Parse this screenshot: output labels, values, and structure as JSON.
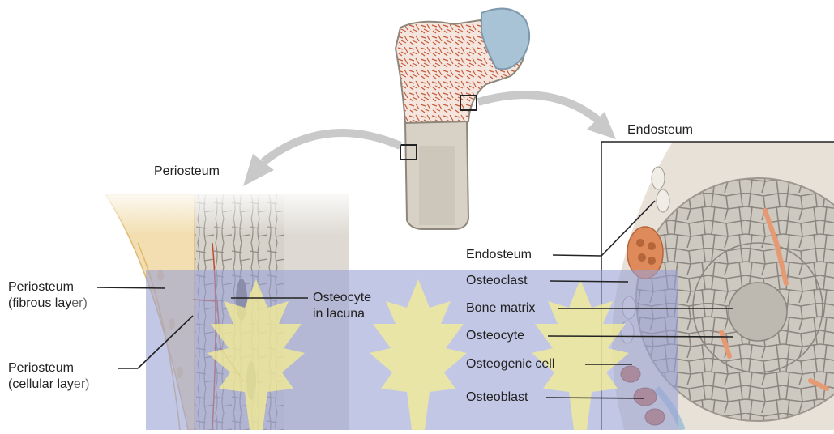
{
  "title_labels": {
    "periosteum": "Periosteum",
    "endosteum": "Endosteum"
  },
  "left_labels": {
    "periosteum_fibrous": [
      "Periosteum",
      "(fibrous lay",
      "er)"
    ],
    "periosteum_cellular": [
      "Periosteum",
      "(cellular lay",
      "er)"
    ],
    "osteocyte_in_lacuna": [
      "Osteocyte",
      "in lacuna"
    ]
  },
  "right_labels": {
    "endosteum": "Endosteum",
    "osteoclast": "Osteoclast",
    "bone_matrix": "Bone matrix",
    "osteocyte": "Osteocyte",
    "osteogenic_cell": "Osteogenic cell",
    "osteoblast": "Osteoblast"
  },
  "colors": {
    "bone_shaft": "#d8d2c6",
    "spongy_bone": "#f3e4dc",
    "spongy_trabeculae": "#c0573a",
    "joint_cartilage": "#a9c3d6",
    "periosteum_fibrous": "#f2deb0",
    "compact_bone": "#d7d3cc",
    "osteoclast": "#de8a5a",
    "osteon_tissue": "#cfcac2",
    "overlay_blue": "#9aa2d6",
    "overlay_yellow": "#f6ef92",
    "arrow_gray": "#c9c9c9"
  }
}
